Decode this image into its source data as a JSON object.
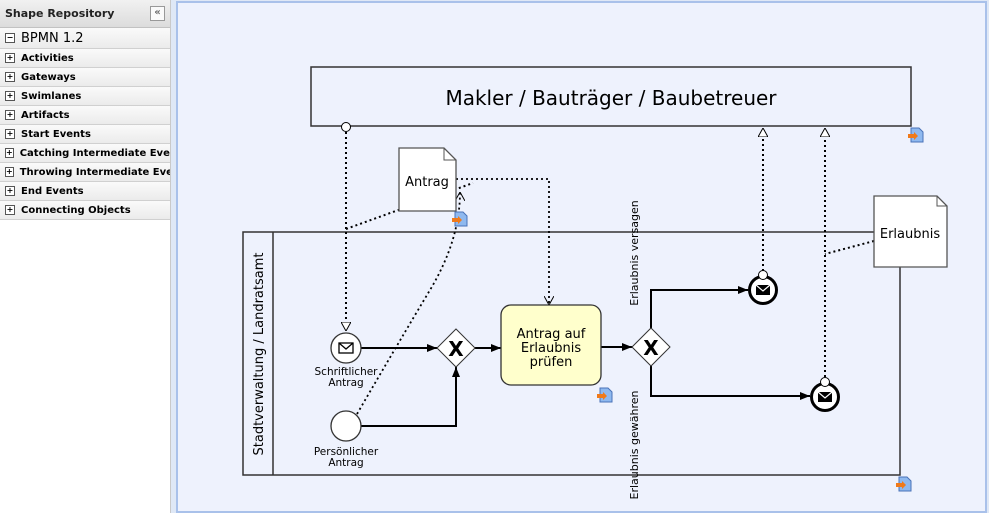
{
  "sidebar": {
    "title": "Shape Repository",
    "collapse_icon": "double-chevron-left",
    "root": "BPMN 1.2",
    "categories": [
      "Activities",
      "Gateways",
      "Swimlanes",
      "Artifacts",
      "Start Events",
      "Catching Intermediate Events",
      "Throwing Intermediate Events",
      "End Events",
      "Connecting Objects"
    ]
  },
  "diagram": {
    "pool_top": "Makler / Bauträger / Baubetreuer",
    "pool_main": "Stadtverwaltung / Landratsamt",
    "doc_antrag": "Antrag",
    "doc_erlaubnis": "Erlaubnis",
    "start1": [
      "Schriftlicher",
      "Antrag"
    ],
    "start2": [
      "Persönlicher",
      "Antrag"
    ],
    "task": [
      "Antrag auf",
      "Erlaubnis",
      "prüfen"
    ],
    "flow_up": "Erlaubnis versagen",
    "flow_down": "Erlaubnis gewähren",
    "colors": {
      "task_fill": "#ffffcc",
      "canvas": "#eef2fd"
    }
  }
}
